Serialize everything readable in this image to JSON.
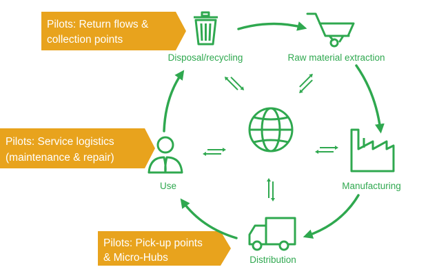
{
  "colors": {
    "green": "#2fa84f",
    "orange": "#e8a31d",
    "white": "#ffffff"
  },
  "nodes": {
    "disposal": {
      "label": "Disposal/recycling",
      "icon": "trash-bin-icon"
    },
    "extraction": {
      "label": "Raw material extraction",
      "icon": "wheelbarrow-icon"
    },
    "manufacturing": {
      "label": "Manufacturing",
      "icon": "factory-icon"
    },
    "distribution": {
      "label": "Distribution",
      "icon": "delivery-truck-icon"
    },
    "use": {
      "label": "Use",
      "icon": "people-icon"
    },
    "center": {
      "icon": "globe-icon"
    }
  },
  "pilots": {
    "top": {
      "line1": "Pilots: Return flows &",
      "line2": "collection points"
    },
    "middle": {
      "line1": "Pilots: Service logistics",
      "line2": "(maintenance & repair)"
    },
    "bottom": {
      "line1": "Pilots: Pick-up points",
      "line2": "& Micro-Hubs"
    }
  }
}
